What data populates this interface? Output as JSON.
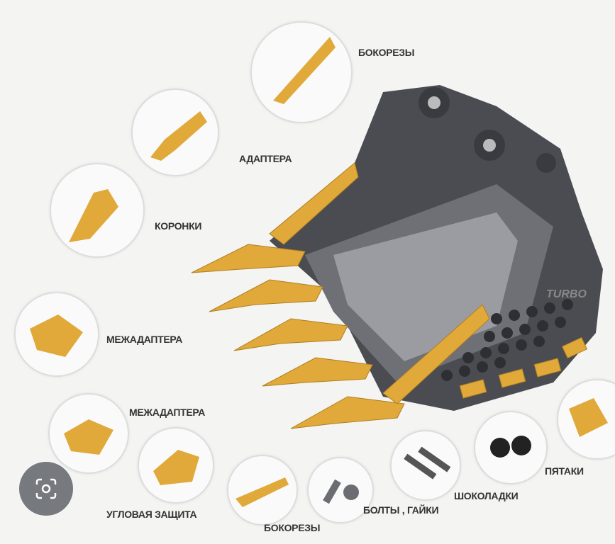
{
  "labels": {
    "side_cutters_top": "БОКОРЕЗЫ",
    "adapters": "АДАПТЕРА",
    "teeth": "КОРОНКИ",
    "intermediate_adapters_1": "МЕЖАДАПТЕРА",
    "intermediate_adapters_2": "МЕЖАДАПТЕРА",
    "corner_protection": "УГЛОВАЯ ЗАЩИТА",
    "side_cutters_bottom": "БОКОРЕЗЫ",
    "bolts_nuts": "БОЛТЫ , ГАЙКИ",
    "wear_bars": "ШОКОЛАДКИ",
    "wear_buttons": "ПЯТАКИ"
  },
  "bucket_brand": "TURBO",
  "colors": {
    "part_yellow": "#e0a93a",
    "bucket_grey": "#4a4c52",
    "steel": "#6b6d72"
  }
}
